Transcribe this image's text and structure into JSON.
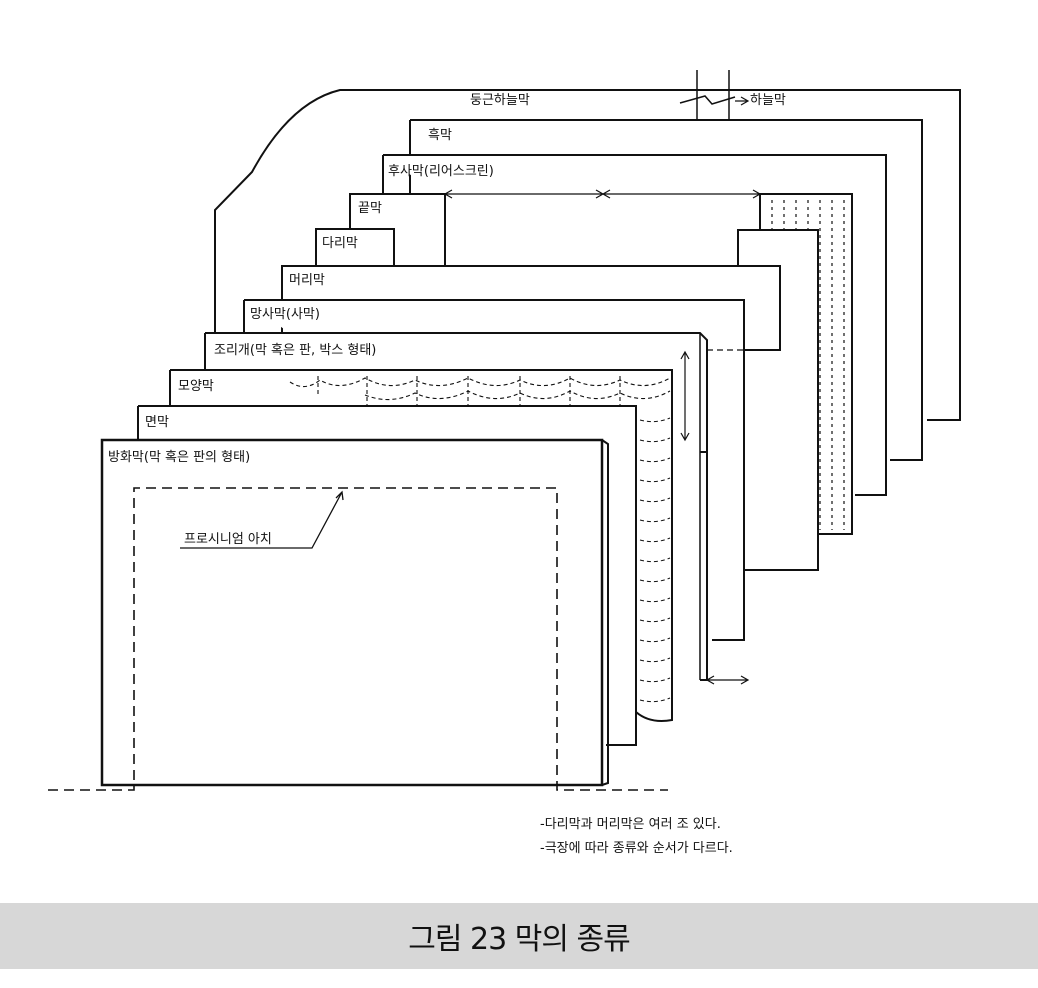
{
  "diagram": {
    "labels": {
      "rounded_sky_curtain": "둥근하늘막",
      "sky_curtain": "하늘막",
      "black_curtain": "흑막",
      "rear_gauze": "후사막(리어스크린)",
      "end_curtain": "끝막",
      "leg_curtain": "다리막",
      "border_curtain": "머리막",
      "gauze_curtain": "망사막(사막)",
      "adjustable_frame": "조리개(막 혹은 판, 박스 형태)",
      "pattern_curtain": "모양막",
      "face_curtain": "면막",
      "fire_curtain": "방화막(막 혹은 판의 형태)",
      "proscenium_arch": "프로시니엄 아치"
    },
    "notes": [
      "-다리막과 머리막은 여러 조 있다.",
      "-극장에 따라 종류와 순서가 다르다."
    ]
  },
  "caption": "그림 23 막의 종류",
  "colors": {
    "line": "#111111",
    "caption_bg": "#d7d7d7"
  }
}
